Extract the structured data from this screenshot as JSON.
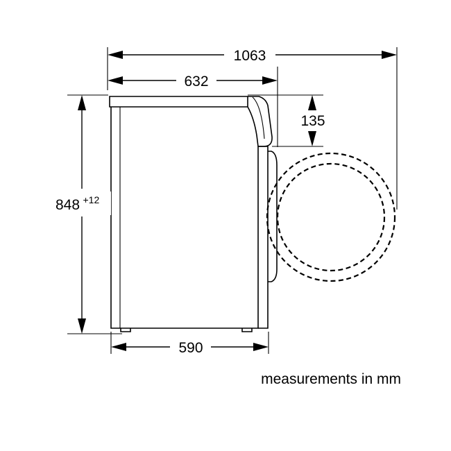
{
  "dimensions": {
    "overall_depth": "1063",
    "body_depth": "632",
    "door_height": "135",
    "height_main": "848",
    "height_tolerance": "+12",
    "base_width": "590"
  },
  "caption": "measurements in mm"
}
